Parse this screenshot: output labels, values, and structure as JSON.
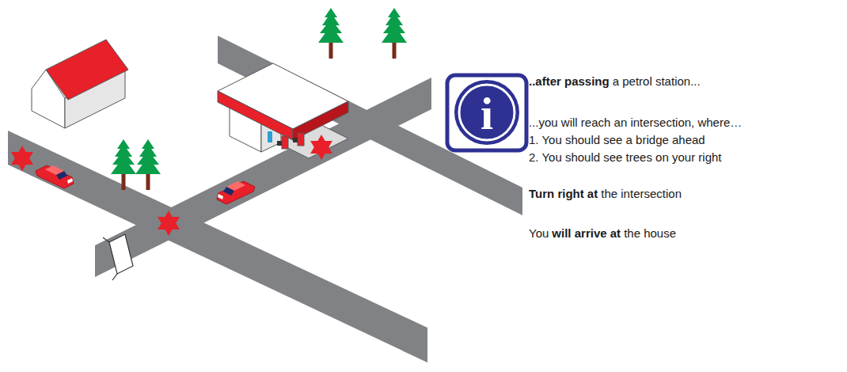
{
  "diagram": {
    "labels": [
      "i",
      "..after passing",
      "a petrol station...",
      "...you will reach an intersection, where…",
      "1. You should see a bridge ahead",
      "2. You should see trees on your right",
      "Turn right at",
      "the intersection",
      "You",
      "will arrive at",
      "the house"
    ]
  }
}
